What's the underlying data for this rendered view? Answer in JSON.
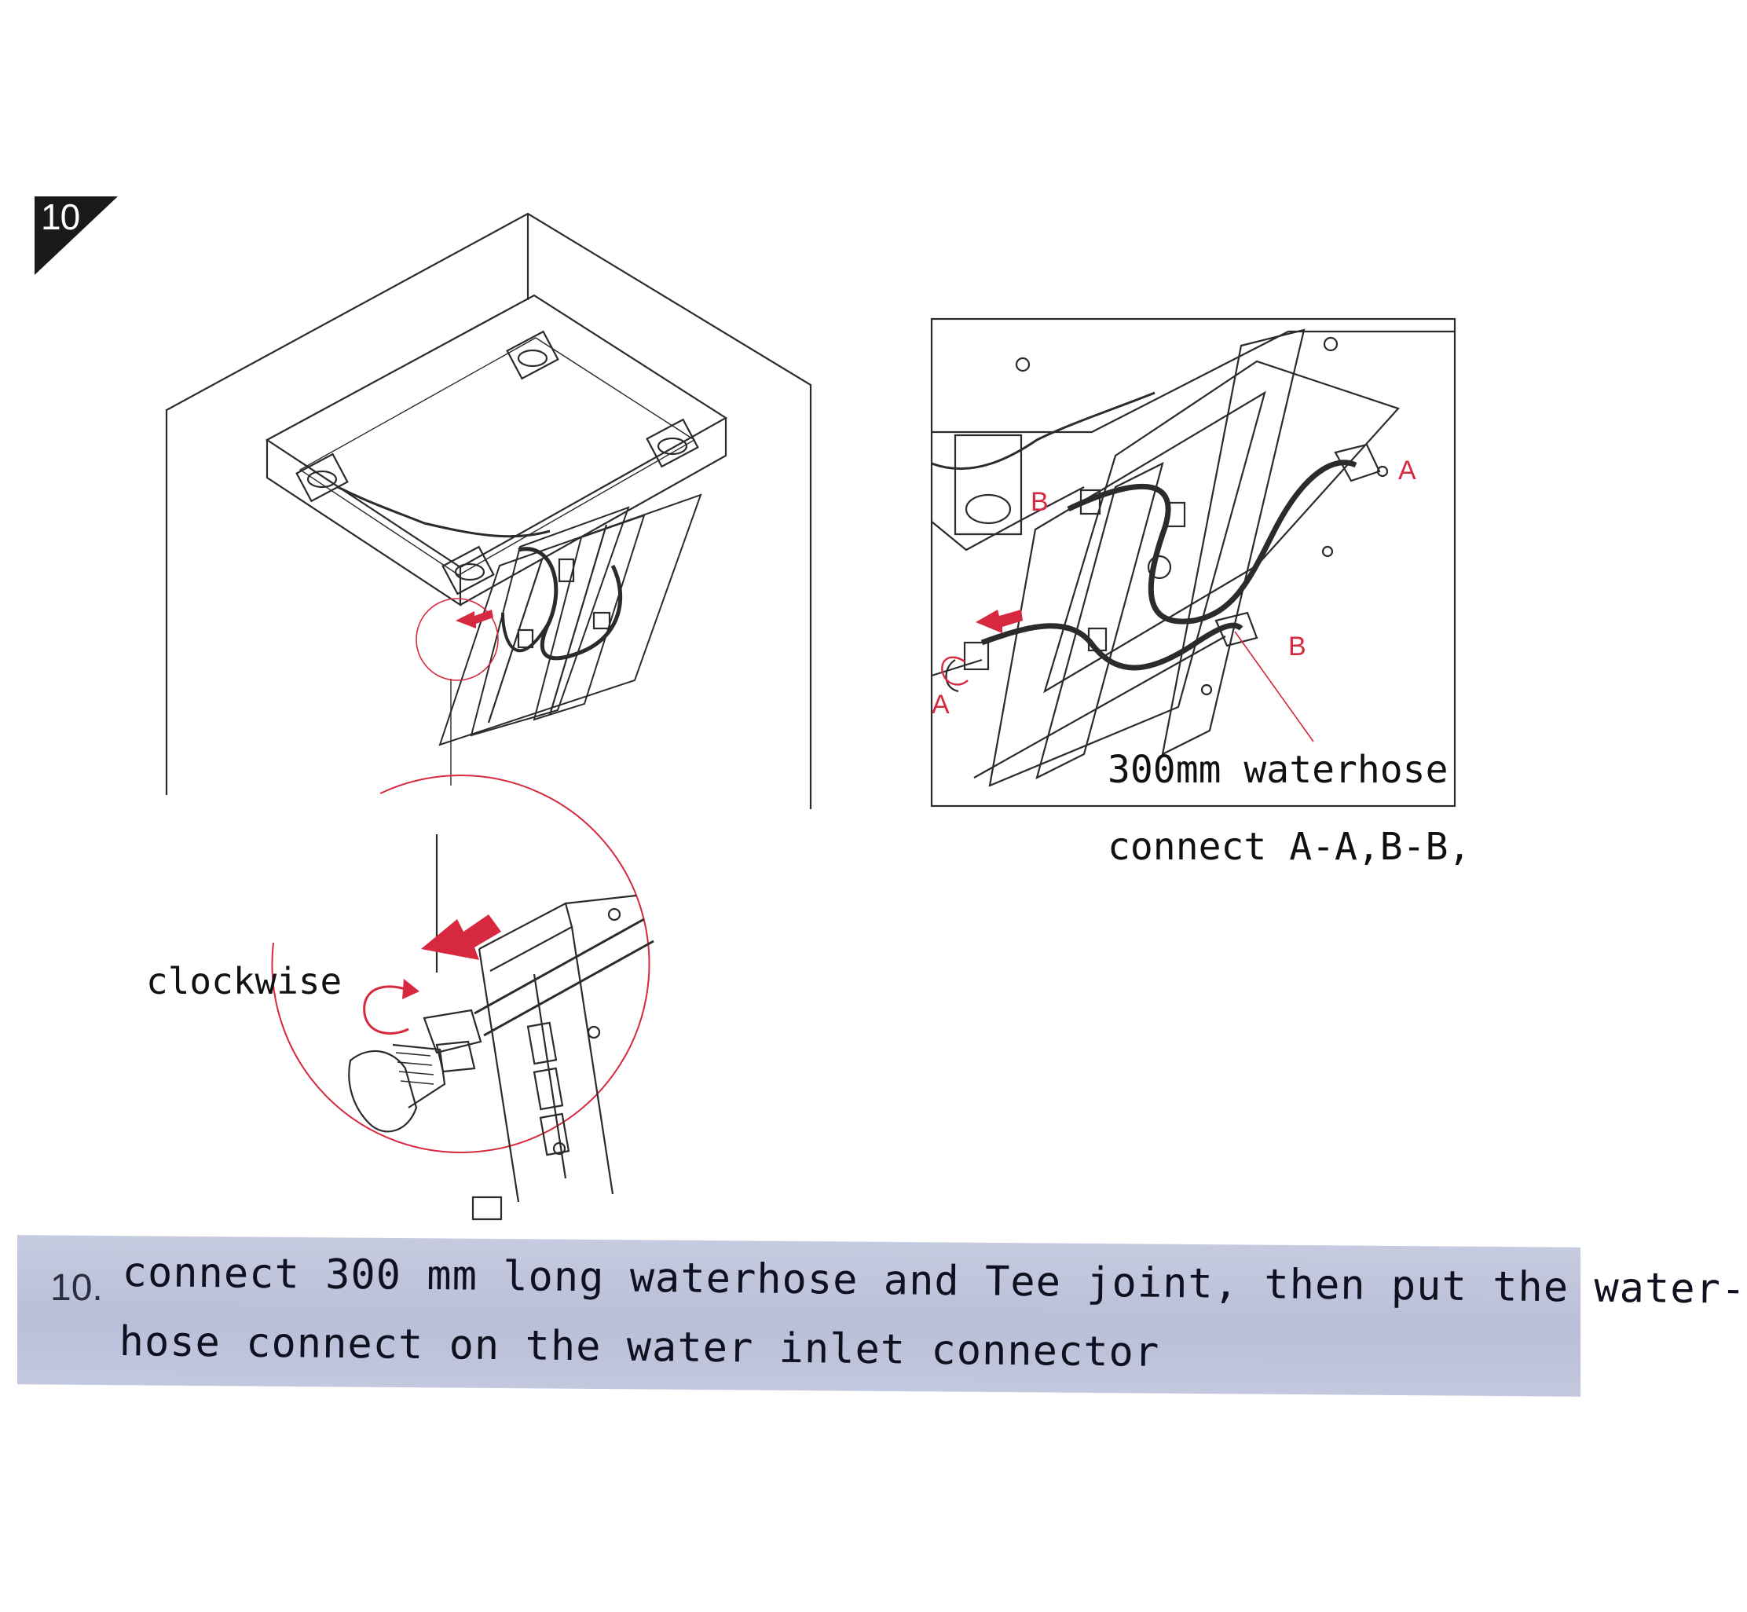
{
  "step": {
    "number": "10"
  },
  "labels": {
    "clockwise": "clockwise",
    "detail_line_1": "300mm waterhose",
    "detail_line_2": "connect A-A,B-B,"
  },
  "markers": {
    "a": "A",
    "b": "B"
  },
  "caption": {
    "number": "10.",
    "line1": "connect 300 mm long waterhose and Tee joint, then put the water-",
    "line2": "hose connect on the water inlet connector"
  },
  "colors": {
    "accent": "#d6283e",
    "caption_bg": "#bdc2da",
    "line": "#2b2b2b"
  }
}
